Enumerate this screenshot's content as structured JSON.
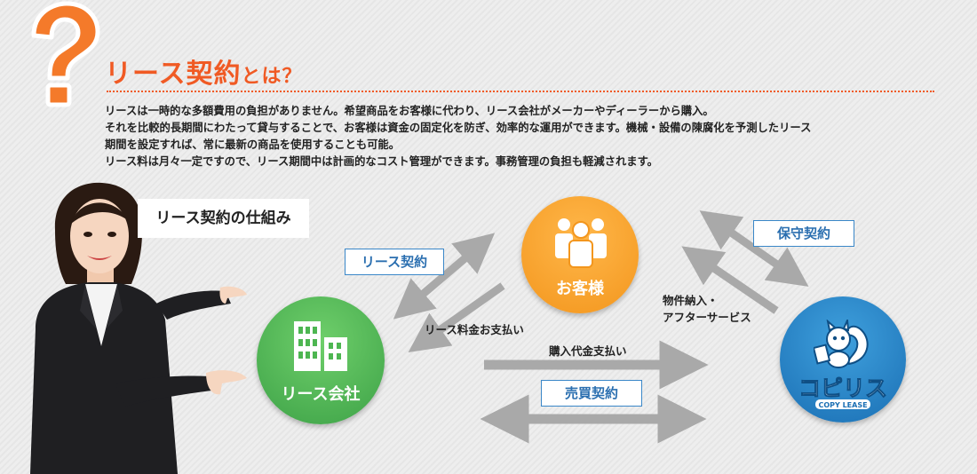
{
  "header": {
    "title_main": "リース契約",
    "title_suffix": "とは？"
  },
  "description": [
    "リースは一時的な多額費用の負担がありません。希望商品をお客様に代わり、リース会社がメーカーやディーラーから購入。",
    "それを比較的長期間にわたって貸与することで、お客様は資金の固定化を防ぎ、効率的な運用ができます。機械・設備の陳腐化を予測したリース",
    "期間を設定すれば、常に最新の商品を使用することも可能。",
    "リース料は月々一定ですので、リース期間中は計画的なコスト管理ができます。事務管理の負担も軽減されます。"
  ],
  "diagram": {
    "section_title": "リース契約の仕組み",
    "nodes": {
      "customer": "お客様",
      "lease_company": "リース会社",
      "copilease_logo": "コピリス",
      "copilease_logo_sub": "COPY LEASE"
    },
    "contracts": {
      "lease": "リース契約",
      "maintenance": "保守契約",
      "sales": "売買契約"
    },
    "flows": {
      "lease_payment": "リース料金お支払い",
      "purchase_payment": "購入代金支払い",
      "delivery_line1": "物件納入・",
      "delivery_line2": "アフターサービス"
    }
  },
  "colors": {
    "accent_orange": "#f05a24",
    "customer_circle": "#f6a02a",
    "lease_circle": "#4db651",
    "copilease_circle": "#2182c8",
    "contract_border": "#3a87c8",
    "arrow_gray": "#a9a9a9"
  },
  "icons": {
    "question": "question-mark-icon",
    "customer": "people-group-icon",
    "lease": "office-building-icon",
    "copilease": "squirrel-mascot-icon"
  }
}
